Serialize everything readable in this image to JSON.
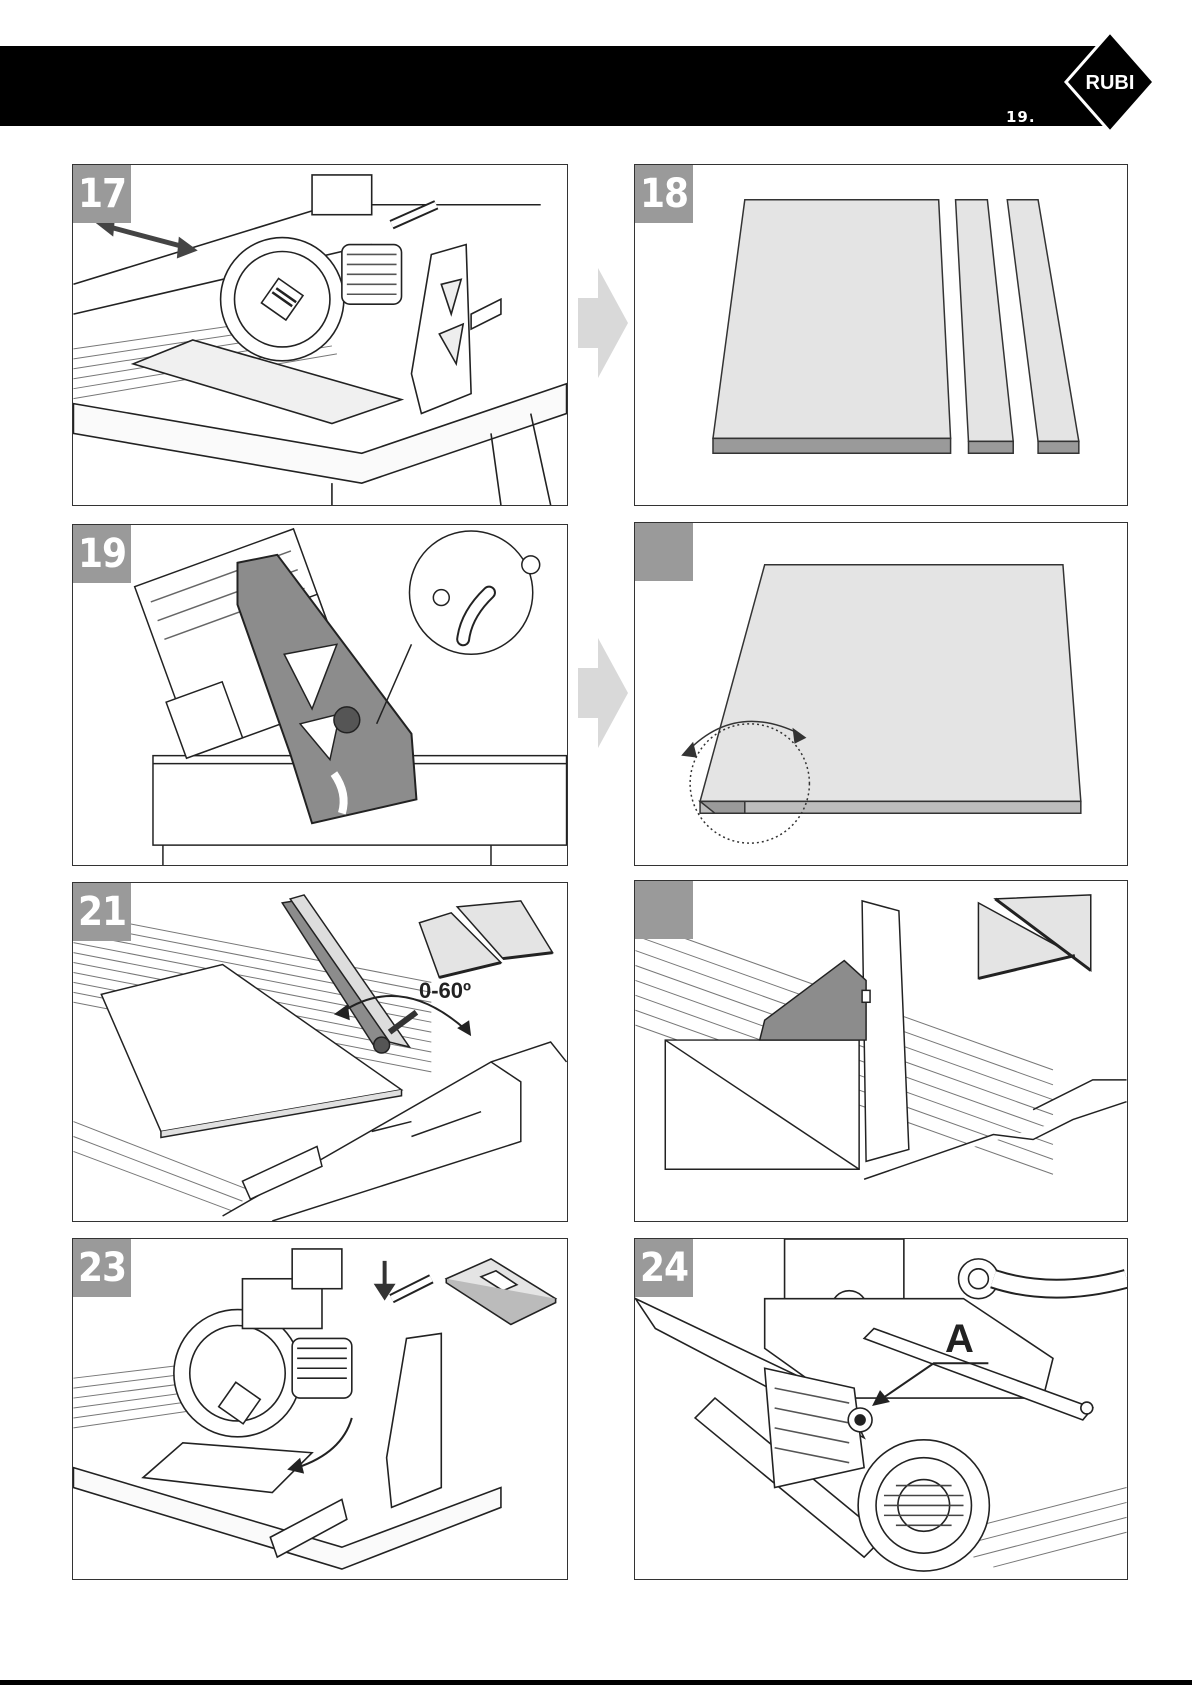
{
  "header": {
    "page_number": "19.",
    "logo_text": "RUBI"
  },
  "panels": [
    {
      "id": "p17",
      "number": "17"
    },
    {
      "id": "p18",
      "number": "18"
    },
    {
      "id": "p19",
      "number": "19"
    },
    {
      "id": "p20",
      "number": ""
    },
    {
      "id": "p21",
      "number": "21",
      "angle_label": "0-60º"
    },
    {
      "id": "p22",
      "number": ""
    },
    {
      "id": "p23",
      "number": "23"
    },
    {
      "id": "p24",
      "number": "24",
      "callout": "A"
    }
  ],
  "colors": {
    "band": "#000000",
    "badge": "#9a9a9a",
    "arrow": "#d9d9d9",
    "tile_face": "#e4e4e4",
    "tile_edge": "#9a9a9a",
    "guide_gray": "#8c8c8c"
  }
}
